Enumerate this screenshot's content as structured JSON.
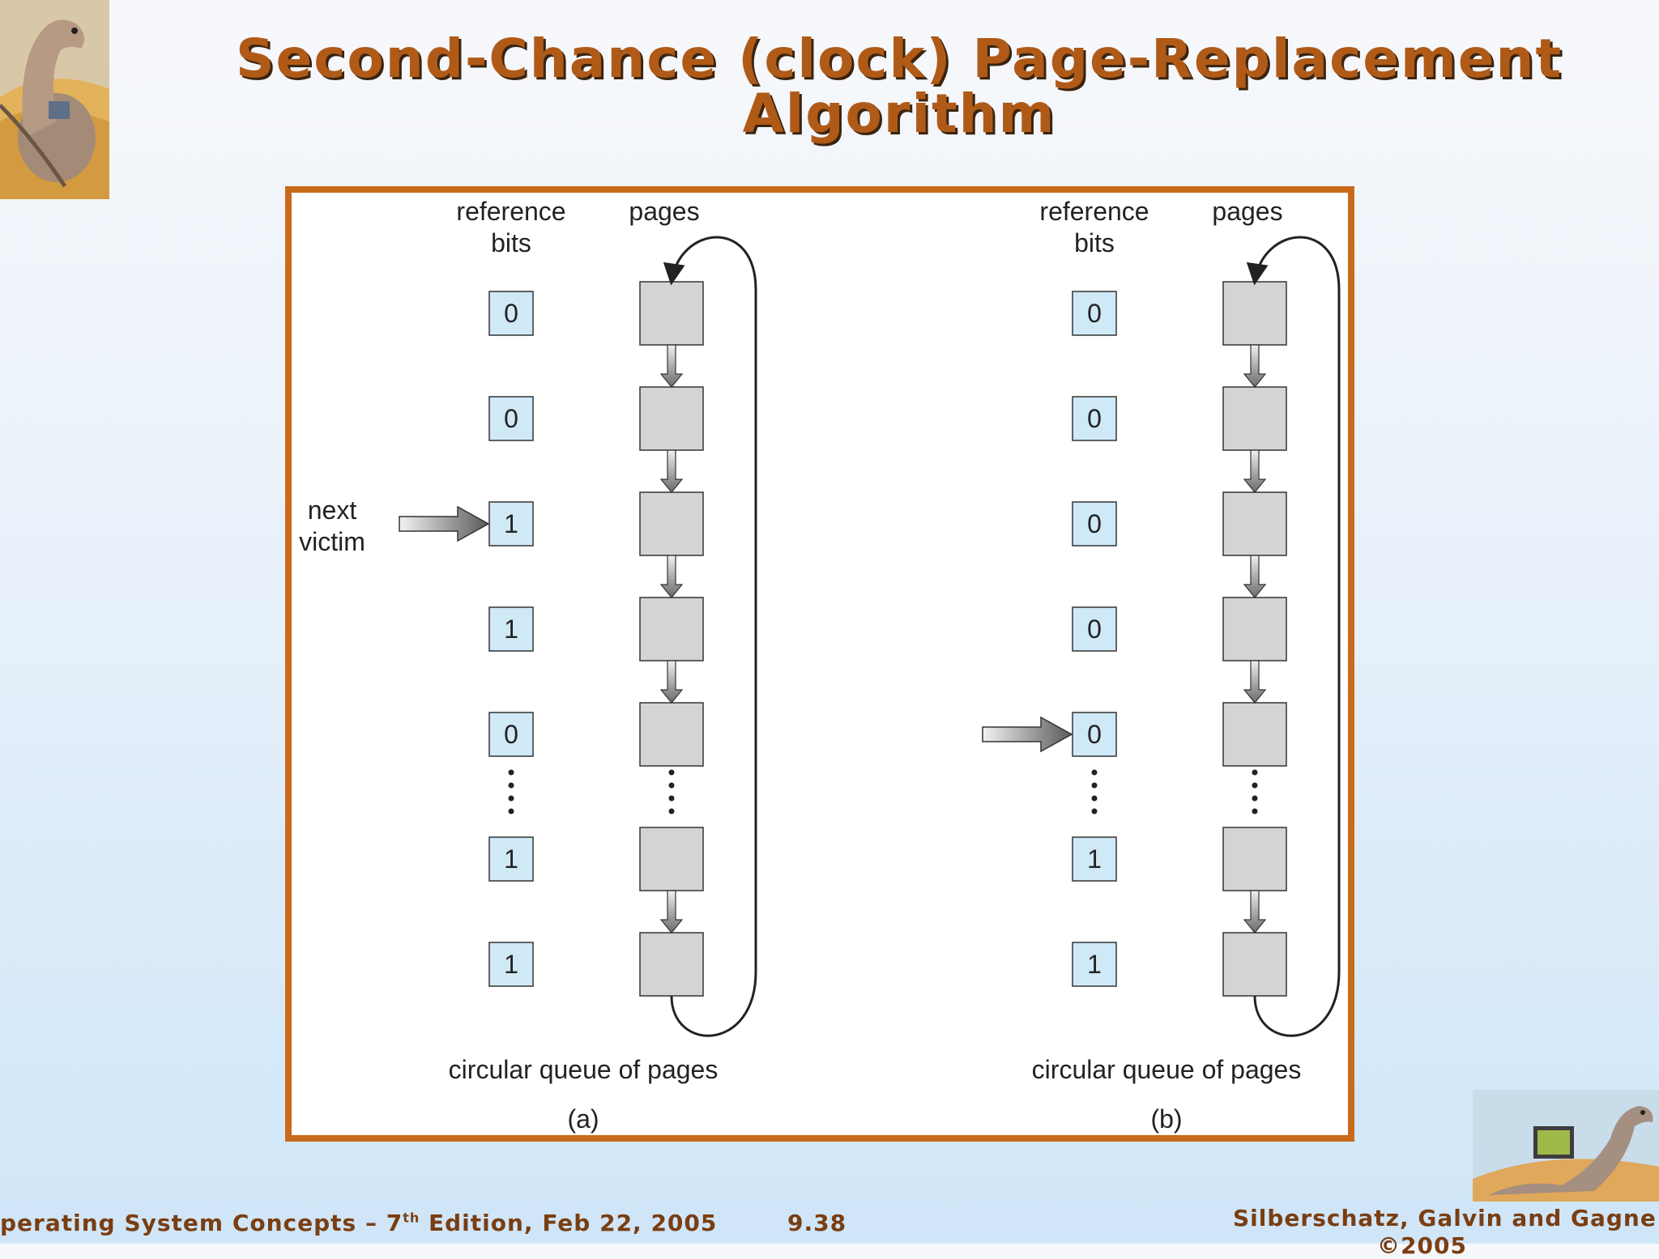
{
  "title": {
    "line1": "Second-Chance (clock) Page-Replacement",
    "line2": "Algorithm"
  },
  "diagram": {
    "panels": [
      {
        "id": "a",
        "header_reference": [
          "reference",
          "bits"
        ],
        "header_pages": "pages",
        "bits": [
          "0",
          "0",
          "1",
          "1",
          "0",
          "1",
          "1"
        ],
        "pointer_index": 2,
        "pointer_label": [
          "next",
          "victim"
        ],
        "queue_label": "circular queue of pages",
        "caption": "(a)"
      },
      {
        "id": "b",
        "header_reference": [
          "reference",
          "bits"
        ],
        "header_pages": "pages",
        "bits": [
          "0",
          "0",
          "0",
          "0",
          "0",
          "1",
          "1"
        ],
        "pointer_index": 4,
        "pointer_label": [],
        "queue_label": "circular queue of pages",
        "caption": "(b)"
      }
    ],
    "colors": {
      "bit_fill": "#cfe9f7",
      "page_fill": "#d4d4d4",
      "frame_border": "#c96a1a"
    }
  },
  "footer": {
    "left_prefix": "perating System Concepts – 7",
    "left_sup": "th",
    "left_suffix": " Edition, Feb 22, 2005",
    "page_number": "9.38",
    "authors": "Silberschatz, Galvin and Gagne",
    "copyright": "©2005"
  }
}
